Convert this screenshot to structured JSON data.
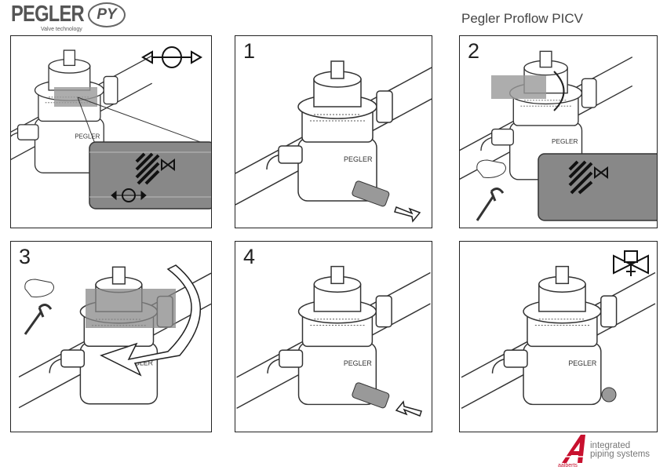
{
  "header": {
    "brand": "PEGLER",
    "brand_mark": "PY",
    "tagline": "Valve technology",
    "title": "Pegler Proflow PICV"
  },
  "steps": [
    {
      "number": ""
    },
    {
      "number": "1"
    },
    {
      "number": "2"
    },
    {
      "number": "3"
    },
    {
      "number": "4"
    },
    {
      "number": ""
    }
  ],
  "footer": {
    "company": "aalberts",
    "line1": "integrated",
    "line2": "piping systems",
    "accent": "#c8102e"
  }
}
